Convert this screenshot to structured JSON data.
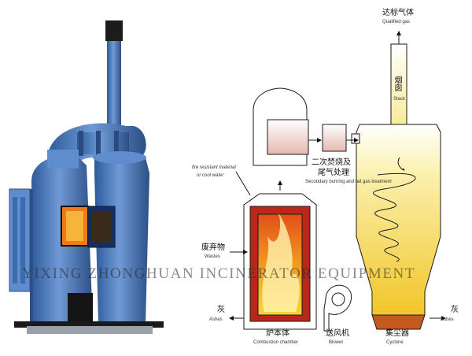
{
  "colors": {
    "machine_blue": "#4f7fc4",
    "machine_dark": "#2d4f86",
    "flame_orange": "#f07a1a",
    "flame_yellow": "#f7d53b",
    "chamber_red": "#b8281a",
    "cyclone_fill": "#f5e26a",
    "chamber_pink": "#e9c6c2"
  },
  "labels": {
    "qualified_gas_cn": "达标气体",
    "qualified_gas_en": "Qualified gas",
    "stack_cn": "烟囱",
    "stack_en": "Stack",
    "secondary_cn_1": "二次焚烧及",
    "secondary_cn_2": "尾气处理",
    "secondary_en": "Secondary burning and tail gas treatment",
    "cool_water_en_1": "fire resistant material",
    "cool_water_en_2": "or cool water",
    "wastes_cn": "废弃物",
    "wastes_en": "Wastes",
    "ashes_left_cn": "灰",
    "ashes_left_en": "Ashes",
    "combustion_cn": "炉本体",
    "combustion_en": "Combustion chamber",
    "blower_cn": "送风机",
    "blower_en": "Blower",
    "cyclone_cn": "集尘器",
    "cyclone_en": "Cyclone",
    "ashes_right_cn": "灰",
    "ashes_right_en": "Ashes"
  },
  "watermark": "YIXING ZHONGHUAN INCINERATOR EQUIPMENT"
}
